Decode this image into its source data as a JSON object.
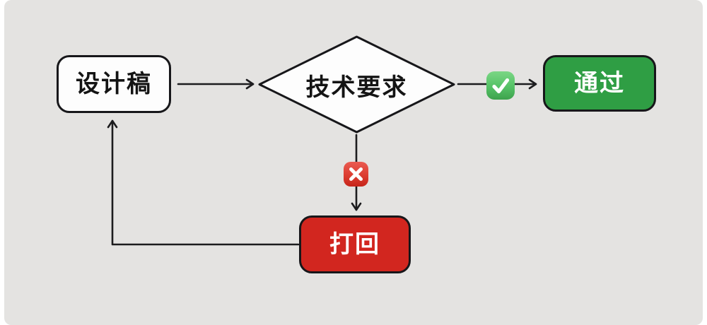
{
  "canvas": {
    "page_background": "#ffffff",
    "background": "#e4e3e1",
    "stroke_color": "#1c1c1e"
  },
  "diagram": {
    "type": "flowchart",
    "nodes": [
      {
        "id": "design",
        "type": "rounded-rect",
        "label": "设计稿",
        "fill": "#fdfdfd",
        "text_color": "#141414"
      },
      {
        "id": "decision",
        "type": "diamond",
        "label": "技术要求",
        "fill": "#fdfdfd",
        "text_color": "#141414"
      },
      {
        "id": "pass",
        "type": "rounded-rect",
        "label": "通过",
        "fill": "#2f9e44",
        "text_color": "#ffffff"
      },
      {
        "id": "reject",
        "type": "rounded-rect",
        "label": "打回",
        "fill": "#d2261f",
        "text_color": "#ffffff"
      }
    ],
    "edges": [
      {
        "from": "design",
        "to": "decision",
        "badge": null
      },
      {
        "from": "decision",
        "to": "pass",
        "badge": "check-mark-icon"
      },
      {
        "from": "decision",
        "to": "reject",
        "badge": "cross-mark-icon"
      },
      {
        "from": "reject",
        "to": "design",
        "badge": null
      }
    ],
    "badges": {
      "check": {
        "icon": "check-mark-icon",
        "color_top": "#7bd685",
        "color_bottom": "#3ea24d",
        "glyph_color": "#ffffff"
      },
      "cross": {
        "icon": "cross-mark-icon",
        "color_top": "#ea5b51",
        "color_bottom": "#c6251a",
        "glyph_color": "#ffffff"
      }
    }
  }
}
